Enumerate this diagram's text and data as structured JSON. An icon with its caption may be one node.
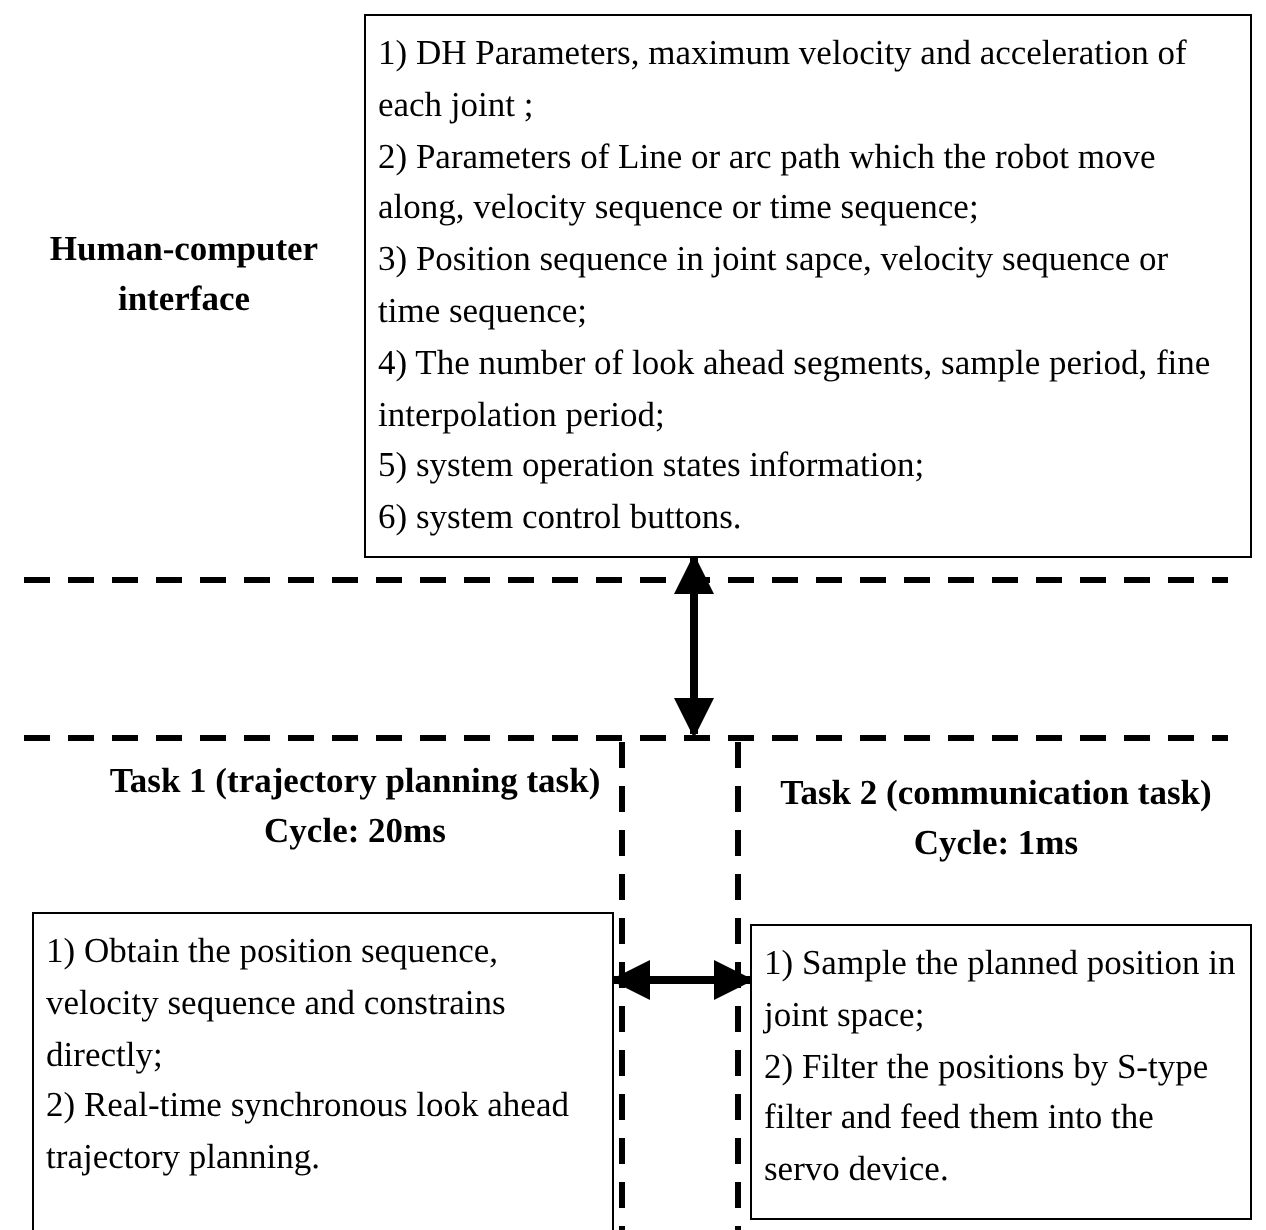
{
  "diagram": {
    "nodes": [
      {
        "text": [
          "Human-computer interface",
          "1) DH Parameters, maximum velocity and acceleration of each joint ;",
          "2) Parameters of Line or arc path which the robot move along, velocity sequence or time sequence;",
          "3) Position sequence in joint sapce, velocity sequence or time sequence;",
          "4) The number of look ahead segments, sample period, fine interpolation period;",
          "5) system operation states information;",
          "6) system control buttons."
        ]
      },
      {
        "text": [
          "Task 1 (trajectory planning task) Cycle: 20ms",
          "1) Obtain the position sequence, velocity sequence and constrains directly;",
          "2) Real-time synchronous look ahead trajectory planning."
        ]
      },
      {
        "text": [
          "Task 2 (communication task) Cycle: 1ms",
          "1) Sample the planned position in joint space;",
          "2) Filter the positions by S-type filter and feed them into the servo device."
        ]
      }
    ],
    "edges": [
      {
        "from": 0,
        "to": null,
        "arrow": "both"
      },
      {
        "from": 1,
        "to": 2,
        "arrow": "both"
      }
    ]
  }
}
